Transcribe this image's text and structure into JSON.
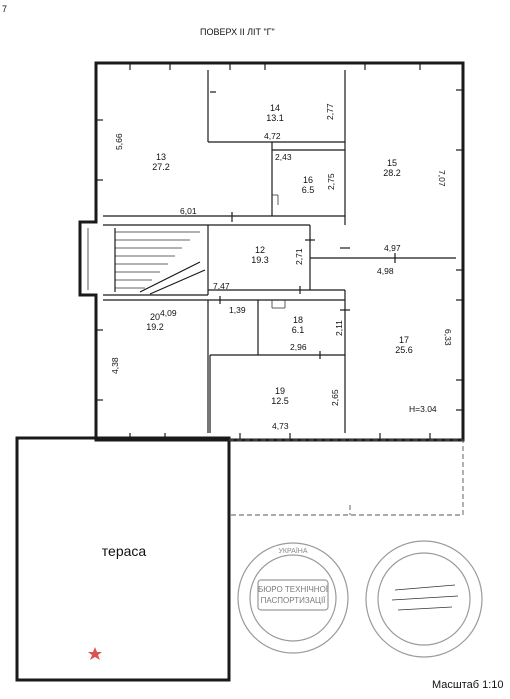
{
  "header": {
    "title": "ПОВЕРХ II ЛІТ \"Г\"",
    "corner_mark": "7"
  },
  "rooms": [
    {
      "number": "13",
      "area": "27.2"
    },
    {
      "number": "14",
      "area": "13.1"
    },
    {
      "number": "15",
      "area": "28.2"
    },
    {
      "number": "16",
      "area": "6.5"
    },
    {
      "number": "12",
      "area": "19.3"
    },
    {
      "number": "20",
      "area": "19.2"
    },
    {
      "number": "18",
      "area": "6.1"
    },
    {
      "number": "17",
      "area": "25.6"
    },
    {
      "number": "19",
      "area": "12.5"
    }
  ],
  "dimensions": {
    "d_566": "5,66",
    "d_601": "6,01",
    "d_472": "4,72",
    "d_277": "2,77",
    "d_243": "2,43",
    "d_275": "2,75",
    "d_707": "7,07",
    "d_497": "4,97",
    "d_271": "2,71",
    "d_498": "4,98",
    "d_747": "7,47",
    "d_409": "4,09",
    "d_139": "1,39",
    "d_211": "2,11",
    "d_296": "2,96",
    "d_633": "6,33",
    "d_438": "4,38",
    "d_265": "2,65",
    "d_473": "4,73",
    "height": "H=3.04"
  },
  "terrace_label": "тераса",
  "stamp_1": {
    "line_a": "БЮРО ТЕХНІЧНОЇ",
    "line_b": "ПАСПОРТИЗАЦІЇ",
    "ring": "УКРАЇНА"
  },
  "scale_label": "Масштаб 1:10",
  "colors": {
    "wall": "#1a1a1a",
    "stamp": "#9a9a9a",
    "mark": "#d9534f"
  }
}
